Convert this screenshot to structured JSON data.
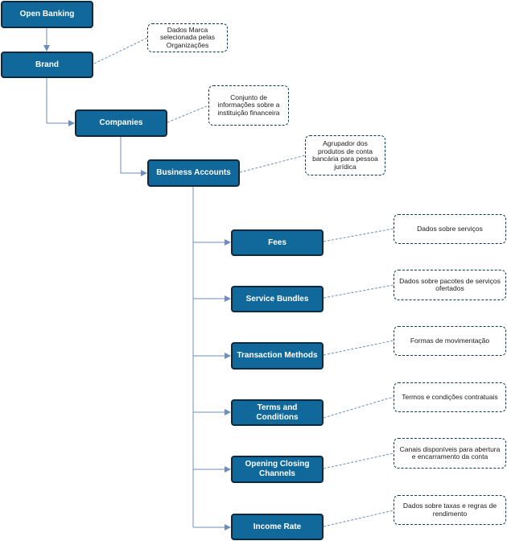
{
  "nodes": {
    "open_banking": "Open Banking",
    "brand": "Brand",
    "companies": "Companies",
    "business_accounts": "Business Accounts",
    "fees": "Fees",
    "service_bundles": "Service Bundles",
    "transaction_methods": "Transaction Methods",
    "terms_and_conditions": "Terms and Conditions",
    "opening_closing_channels": "Opening Closing Channels",
    "income_rate": "Income Rate"
  },
  "notes": {
    "brand": "Dados Marca selecionada pelas Organizações",
    "companies": "Conjunto de informações sobre a instituição financeira",
    "business_accounts": "Agrupador dos produtos de conta bancária para pessoa jurídica",
    "fees": "Dados sobre serviços",
    "service_bundles": "Dados sobre pacotes de serviços ofertados",
    "transaction_methods": "Formas de movimentação",
    "terms_and_conditions": "Termos e condições contratuais",
    "opening_closing_channels": "Canais disponíveis para abertura e encarramento da conta",
    "income_rate": "Dados sobre taxas e regras de rendimento"
  },
  "colors": {
    "node_fill": "#10699a",
    "node_border": "#0b2a40",
    "connector": "#6c8ebf",
    "note_border": "#0d3a56"
  }
}
